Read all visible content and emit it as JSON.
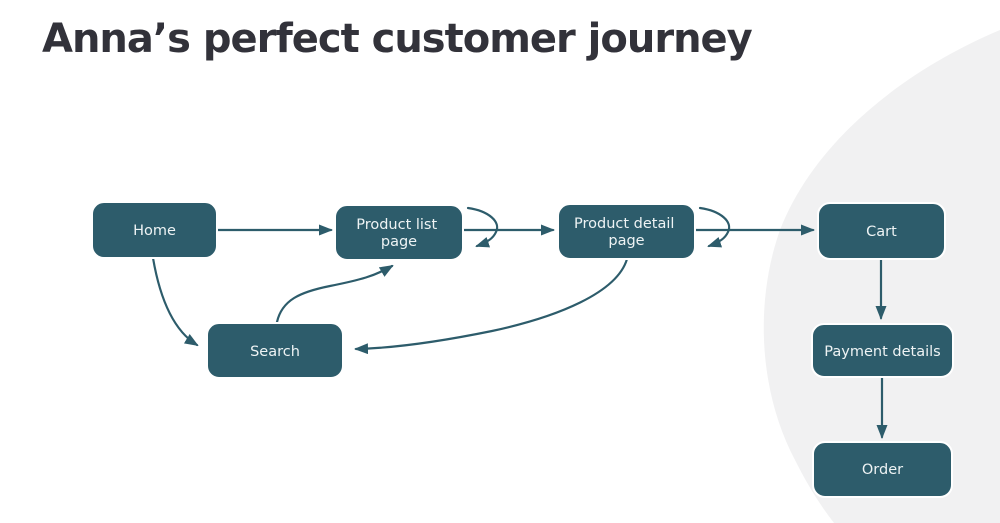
{
  "title": "Anna’s perfect customer journey",
  "colors": {
    "node_fill": "#2d5c6b",
    "node_text": "#eef3f4",
    "arrow": "#2d5c6b",
    "background_blob": "#f1f1f2",
    "title_color": "#32323a",
    "page_background": "#ffffff"
  },
  "diagram": {
    "nodes": {
      "home": {
        "label": "Home"
      },
      "product_list": {
        "line1": "Product list",
        "line2": "page"
      },
      "product_detail": {
        "line1": "Product detail",
        "line2": "page"
      },
      "cart": {
        "label": "Cart"
      },
      "search": {
        "label": "Search"
      },
      "payment_details": {
        "label": "Payment details"
      },
      "order": {
        "label": "Order"
      }
    },
    "edges": [
      {
        "from": "Home",
        "to": "Product list page",
        "style": "straight"
      },
      {
        "from": "Home",
        "to": "Search",
        "style": "curve"
      },
      {
        "from": "Search",
        "to": "Product list page",
        "style": "curve"
      },
      {
        "from": "Product list page",
        "to": "Product detail page",
        "style": "straight"
      },
      {
        "from": "Product detail page",
        "to": "Product list page",
        "style": "loop-back"
      },
      {
        "from": "Product detail page",
        "to": "Cart",
        "style": "straight"
      },
      {
        "from": "Cart",
        "to": "Product detail page",
        "style": "loop-back"
      },
      {
        "from": "Product detail page",
        "to": "Search",
        "style": "curve"
      },
      {
        "from": "Cart",
        "to": "Payment details",
        "style": "straight"
      },
      {
        "from": "Payment details",
        "to": "Order",
        "style": "straight"
      }
    ]
  }
}
